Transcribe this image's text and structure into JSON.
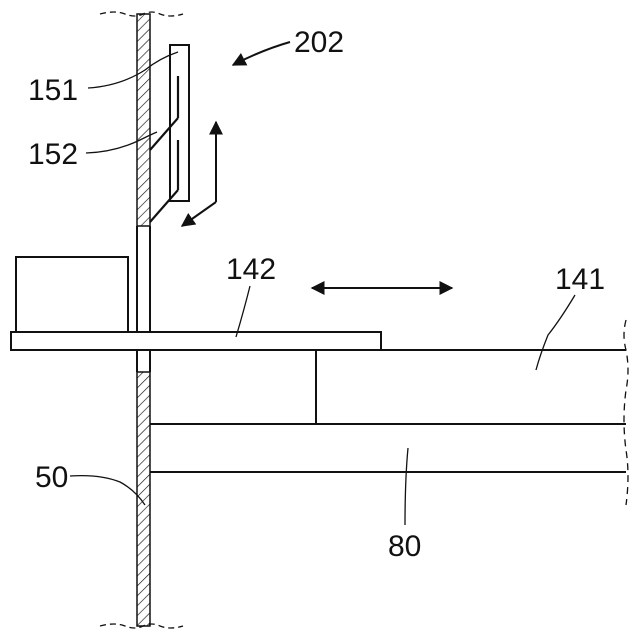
{
  "labels": {
    "l202": "202",
    "l151": "151",
    "l152": "152",
    "l142": "142",
    "l141": "141",
    "l50": "50",
    "l80": "80"
  },
  "colors": {
    "ink": "#111111",
    "background": "#ffffff"
  }
}
